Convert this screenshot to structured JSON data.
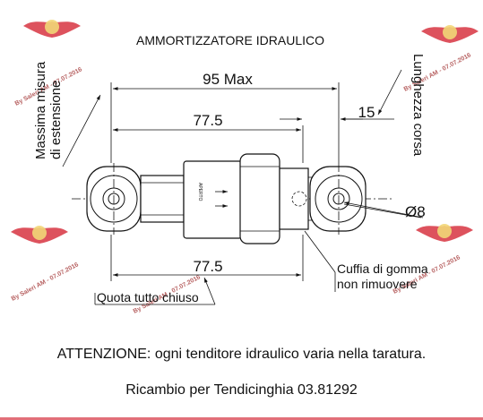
{
  "drawing": {
    "title": "AMMORTIZZATORE IDRAULICO",
    "max_extension_label_line1": "Massima misura",
    "max_extension_label_line2": "di estensione",
    "stroke_length_label": "Lunghezza corsa",
    "dim_max": "95 Max",
    "dim_upper": "77.5",
    "dim_stroke": "15",
    "dim_lower": "77.5",
    "hole_diameter": "Ø8",
    "body_marking": "APERTO",
    "rubber_boot_line1": "Cuffia di gomma",
    "rubber_boot_line2": "non rimuovere",
    "closed_length_label": "Quota tutto chiuso"
  },
  "notes": {
    "warning": "ATTENZIONE: ogni tenditore idraulico varia nella taratura.",
    "spare_part": "Ricambio per Tendicinghia 03.81292"
  },
  "watermark": {
    "text": "By Saleri AM - 07.07.2016",
    "color": "#d01020"
  }
}
